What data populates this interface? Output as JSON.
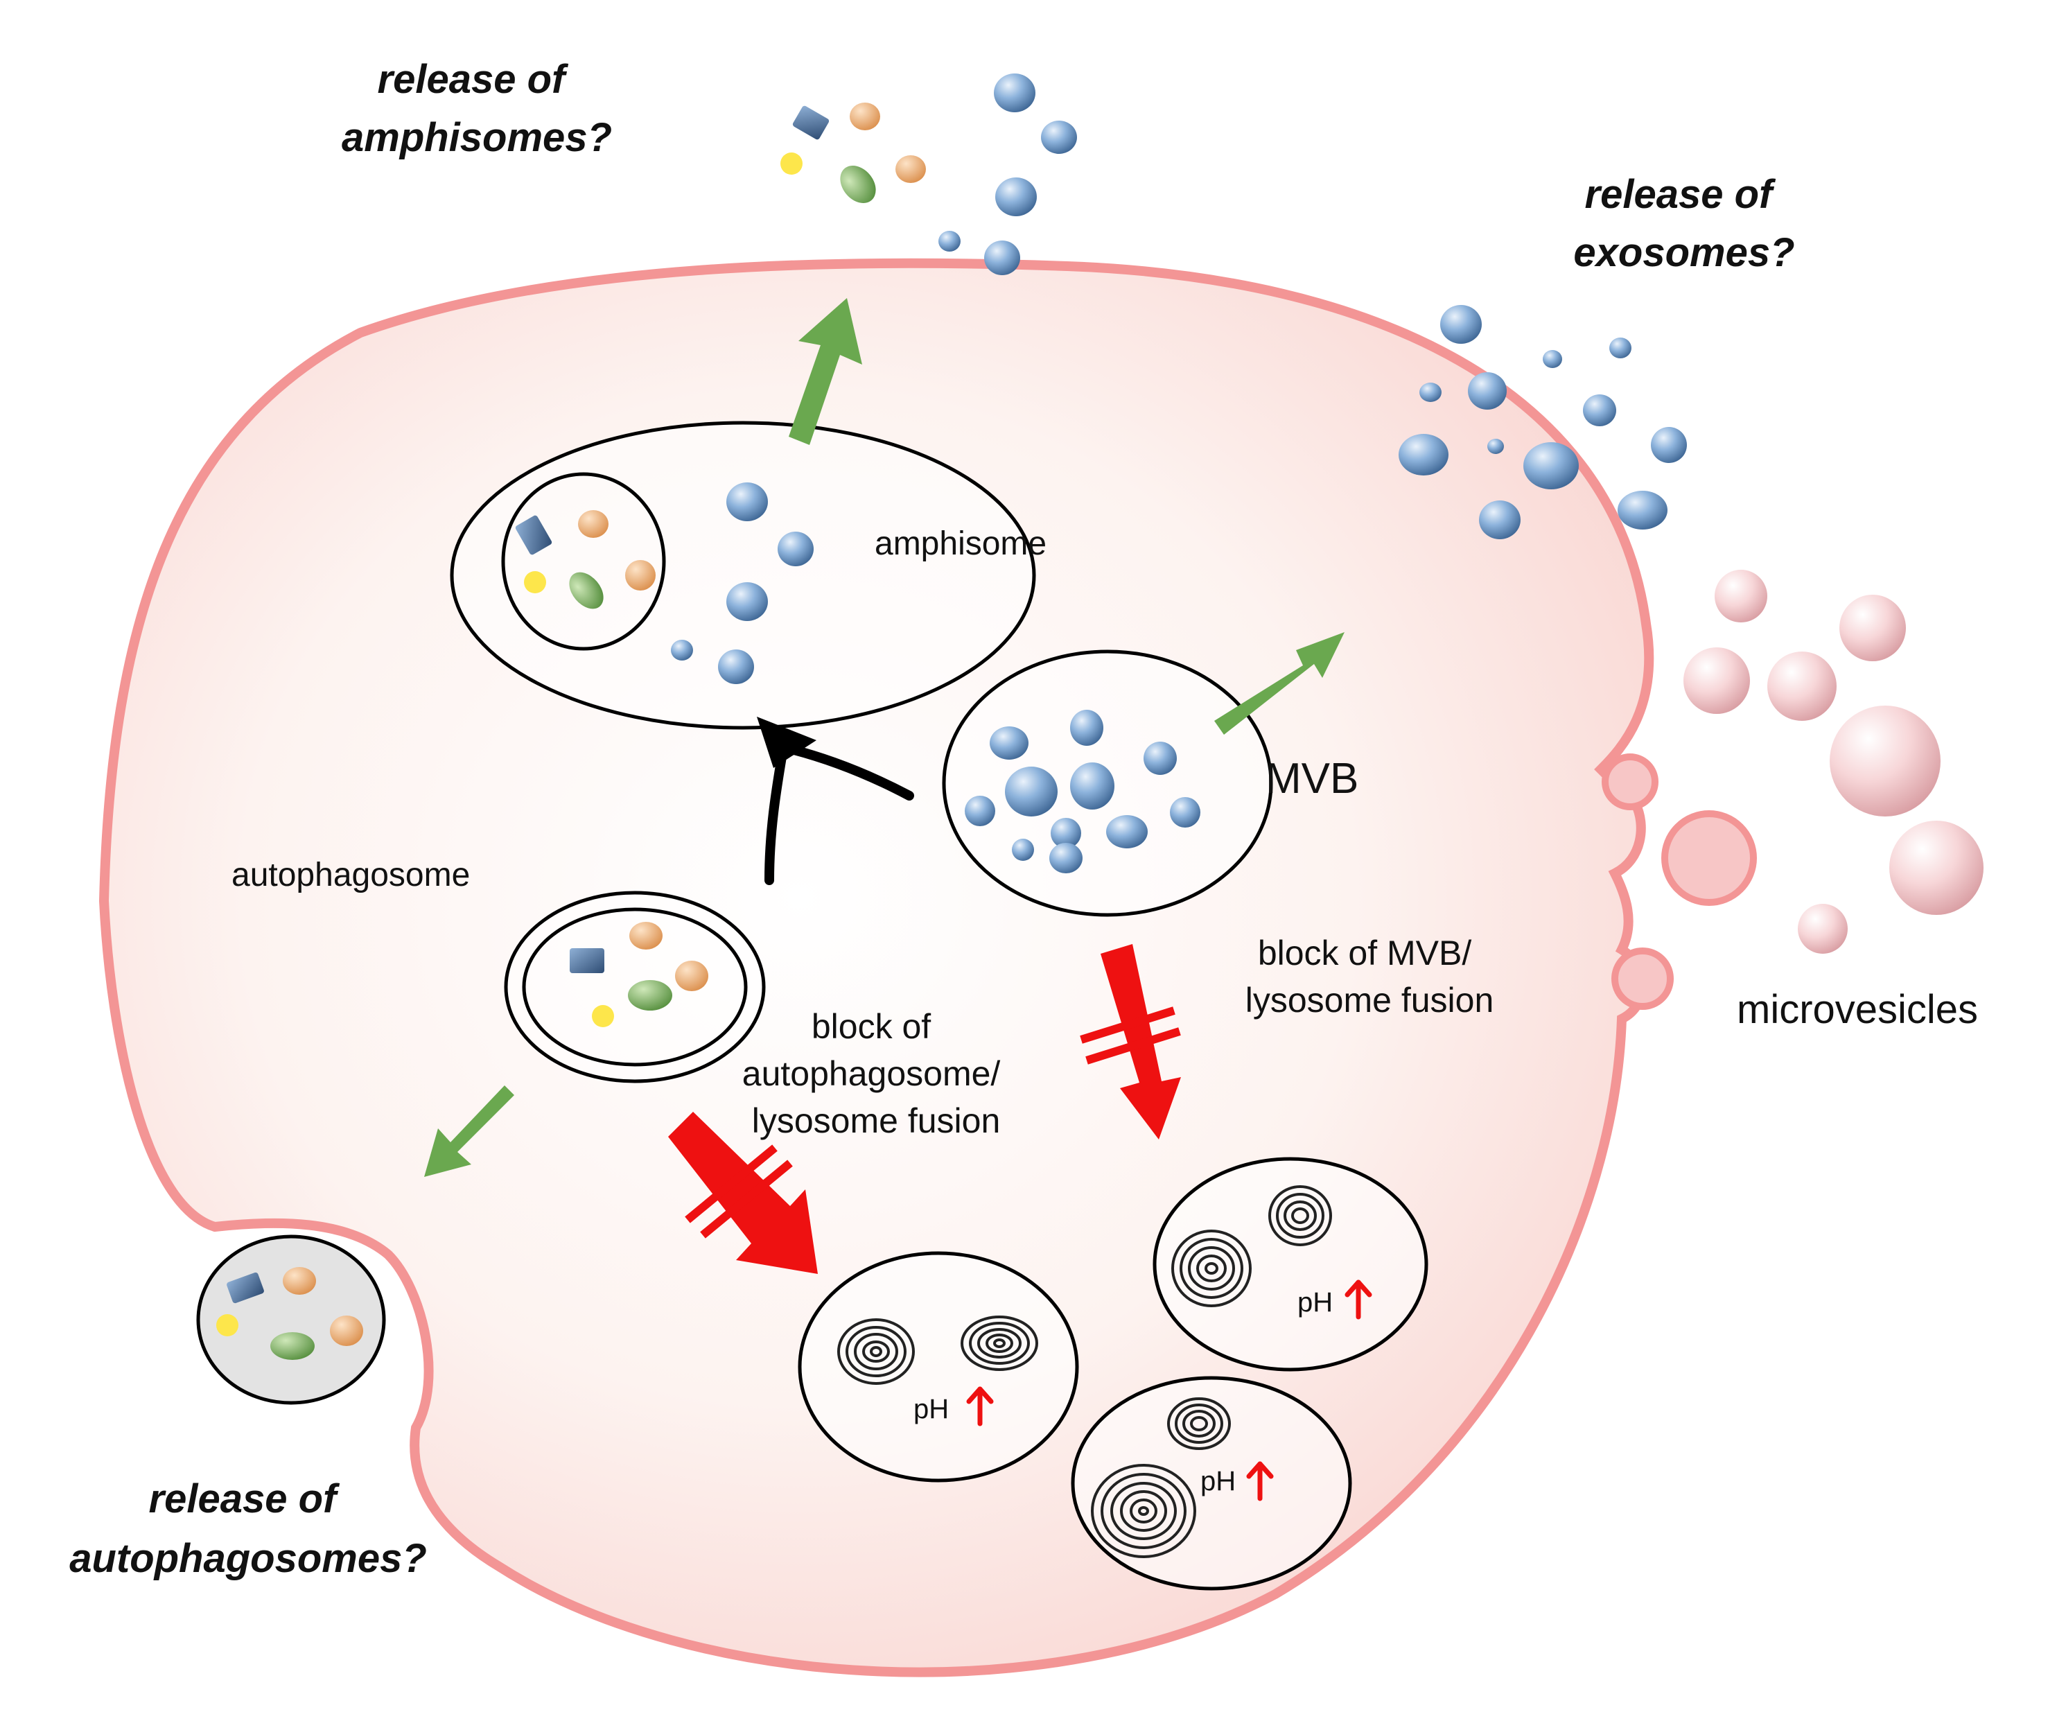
{
  "labels": {
    "release_amphisomes": [
      "release of",
      "amphisomes?"
    ],
    "release_exosomes": [
      "release of",
      "exosomes?"
    ],
    "release_autophagosomes": [
      "release of",
      "autophagosomes?"
    ],
    "amphisome": "amphisome",
    "mvb": "MVB",
    "autophagosome": "autophagosome",
    "microvesicles": "microvesicles",
    "block_auto": [
      "block of",
      "autophagosome/",
      "lysosome fusion"
    ],
    "block_mvb": [
      "block of MVB/",
      "lysosome fusion"
    ],
    "ph": "pH"
  },
  "colors": {
    "cell_fill": "#fdf1ee",
    "cell_edge": "#f28c8c",
    "green_arrow": "#6aa84f",
    "red_arrow": "#ee1111",
    "black_arrow": "#000000",
    "blue_vesicle": "#7fa6cf",
    "pink_vesicle": "#f3c9cb",
    "cargo_orange": "#e9a56a",
    "cargo_green": "#6aa84f",
    "cargo_yellow": "#fde64b",
    "cargo_blue": "#3f5f86",
    "released_auto_fill": "#e3e3e3"
  }
}
